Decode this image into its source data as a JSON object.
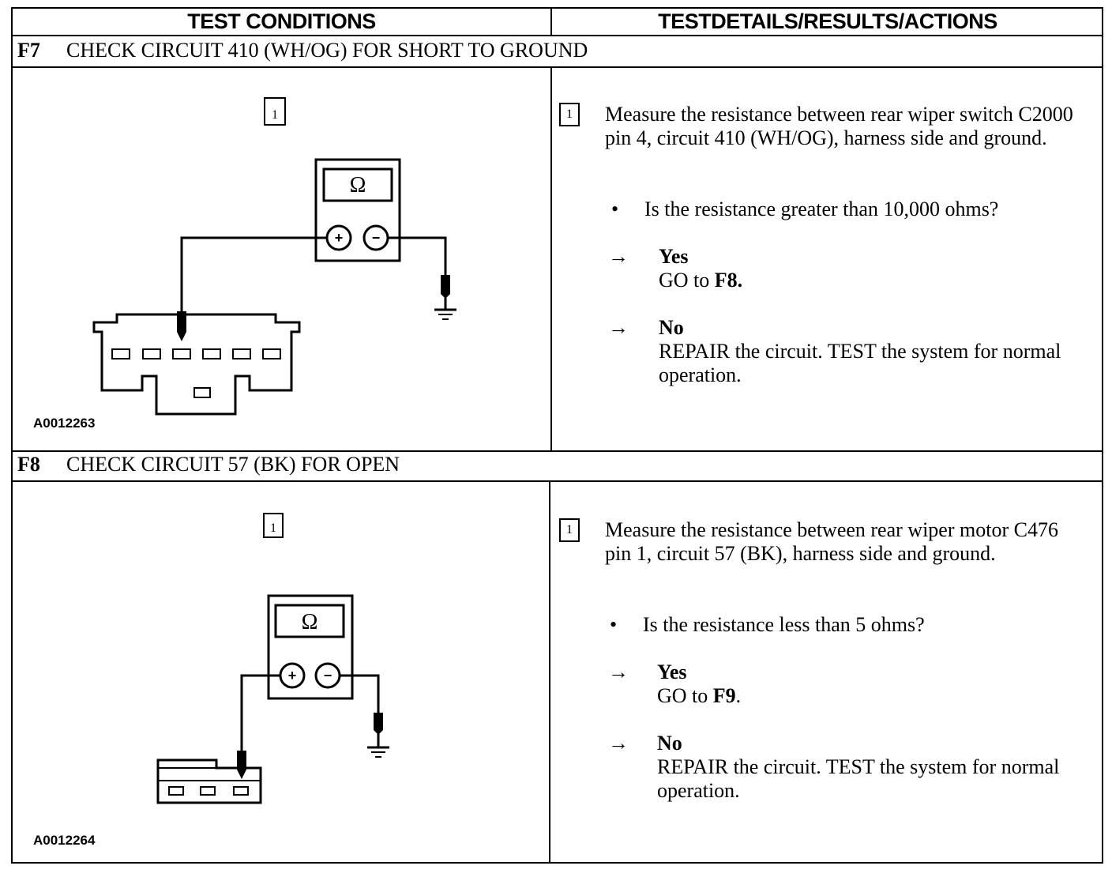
{
  "header": {
    "left": "TEST CONDITIONS",
    "right": "TESTDETAILS/RESULTS/ACTIONS"
  },
  "steps": [
    {
      "id": "F7",
      "title": "CHECK CIRCUIT 410 (WH/OG) FOR SHORT TO GROUND",
      "figure_id": "A0012263",
      "step_number": "1",
      "meter_symbol": "Ω",
      "instruction": "Measure the resistance between rear wiper switch C2000 pin 4, circuit 410 (WH/OG), harness side and ground.",
      "question": "Is the resistance greater than 10,000 ohms?",
      "yes_label": "Yes",
      "yes_prefix": "GO to",
      "yes_target": "F8",
      "no_label": "No",
      "no_action": "REPAIR the circuit. TEST the system for normal operation."
    },
    {
      "id": "F8",
      "title": "CHECK CIRCUIT 57 (BK) FOR OPEN",
      "figure_id": "A0012264",
      "step_number": "1",
      "meter_symbol": "Ω",
      "instruction": "Measure the resistance between rear wiper motor C476 pin 1, circuit 57 (BK), harness side and ground.",
      "question": "Is the resistance less than 5 ohms?",
      "yes_label": "Yes",
      "yes_prefix": "GO to",
      "yes_target": "F9",
      "no_label": "No",
      "no_action": "REPAIR the circuit. TEST the system for normal operation."
    }
  ],
  "symbols": {
    "bullet": "•",
    "arrow": "→",
    "plus": "+",
    "minus": "−",
    "period": "."
  }
}
